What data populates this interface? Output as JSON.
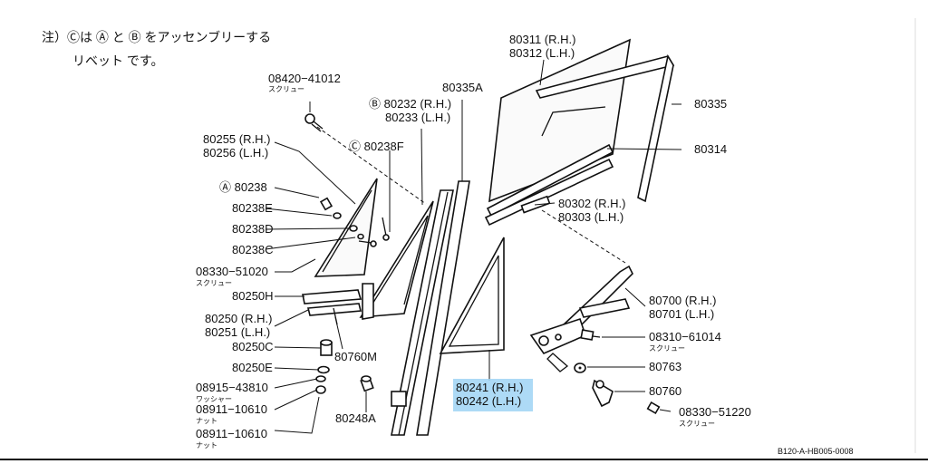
{
  "note": {
    "line1": "注）Ⓒは Ⓐ と Ⓑ をアッセンブリーする",
    "line2": "リベット です。"
  },
  "labels": [
    {
      "id": "p08420",
      "text": "08420−41012",
      "sub": "スクリュー"
    },
    {
      "id": "p80255",
      "text": "80255 (R.H.)"
    },
    {
      "id": "p80256",
      "text": "80256 (L.H.)"
    },
    {
      "id": "p80238",
      "text": "Ⓐ 80238"
    },
    {
      "id": "p80238E",
      "text": "80238E"
    },
    {
      "id": "p80238D",
      "text": "80238D"
    },
    {
      "id": "p80238C",
      "text": "80238C"
    },
    {
      "id": "p08330a",
      "text": "08330−51020",
      "sub": "スクリュー"
    },
    {
      "id": "p80250H",
      "text": "80250H"
    },
    {
      "id": "p80250",
      "text": "80250 (R.H.)"
    },
    {
      "id": "p80251",
      "text": "80251 (L.H.)"
    },
    {
      "id": "p80250C",
      "text": "80250C"
    },
    {
      "id": "p80250E",
      "text": "80250E"
    },
    {
      "id": "p08915",
      "text": "08915−43810",
      "sub": "ワッシャー"
    },
    {
      "id": "p08911a",
      "text": "08911−10610",
      "sub": "ナット"
    },
    {
      "id": "p08911b",
      "text": "08911−10610",
      "sub": "ナット"
    },
    {
      "id": "p80760M",
      "text": "80760M"
    },
    {
      "id": "p80248A",
      "text": "80248A"
    },
    {
      "id": "p80232",
      "text": "Ⓑ 80232 (R.H.)"
    },
    {
      "id": "p80233",
      "text": "80233 (L.H.)"
    },
    {
      "id": "p80238F",
      "text": "Ⓒ 80238F"
    },
    {
      "id": "p80335A",
      "text": "80335A"
    },
    {
      "id": "p80311",
      "text": "80311 (R.H.)"
    },
    {
      "id": "p80312",
      "text": "80312 (L.H.)"
    },
    {
      "id": "p80335",
      "text": "80335"
    },
    {
      "id": "p80314",
      "text": "80314"
    },
    {
      "id": "p80302",
      "text": "80302 (R.H.)"
    },
    {
      "id": "p80303",
      "text": "80303 (L.H.)"
    },
    {
      "id": "p80700",
      "text": "80700 (R.H.)"
    },
    {
      "id": "p80701",
      "text": "80701 (L.H.)"
    },
    {
      "id": "p08310",
      "text": "08310−61014",
      "sub": "スクリュー"
    },
    {
      "id": "p80763",
      "text": "80763"
    },
    {
      "id": "p80760",
      "text": "80760"
    },
    {
      "id": "p08330b",
      "text": "08330−51220",
      "sub": "スクリュー"
    },
    {
      "id": "p80241",
      "text": "80241 (R.H.)"
    },
    {
      "id": "p80242",
      "text": "80242 (L.H.)"
    }
  ],
  "drawing_code": "B120-A-HB005-0008",
  "highlight_color": "#9fd3f5"
}
